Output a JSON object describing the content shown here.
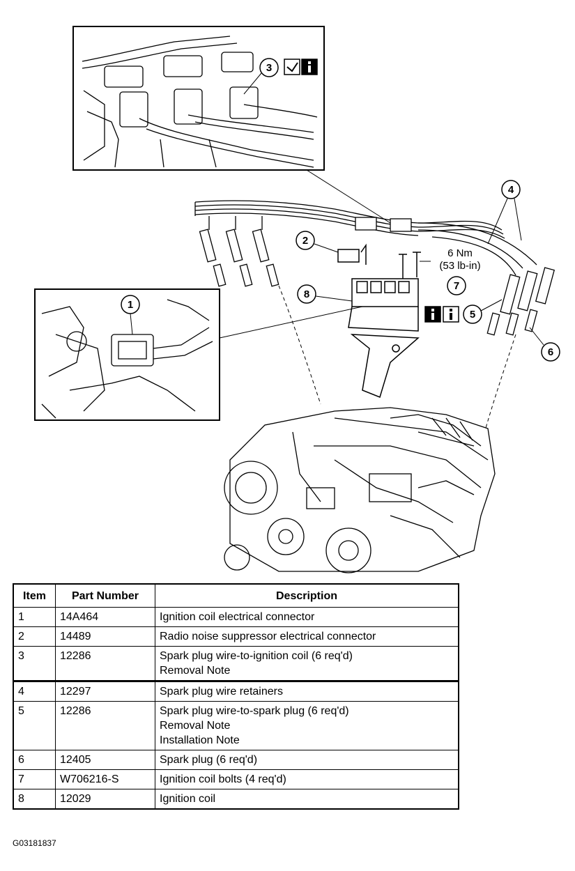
{
  "callouts": [
    "1",
    "2",
    "3",
    "4",
    "5",
    "6",
    "7",
    "8"
  ],
  "torque": {
    "metric": "6 Nm",
    "imperial": "(53 lb-in)"
  },
  "table": {
    "headers": {
      "item": "Item",
      "part": "Part Number",
      "desc": "Description"
    },
    "rows": [
      {
        "item": "1",
        "part": "14A464",
        "desc": [
          "Ignition coil electrical connector"
        ]
      },
      {
        "item": "2",
        "part": "14489",
        "desc": [
          "Radio noise suppressor electrical connector"
        ]
      },
      {
        "item": "3",
        "part": "12286",
        "desc": [
          "Spark plug wire-to-ignition coil (6 req'd)",
          "Removal Note"
        ]
      },
      {
        "item": "4",
        "part": "12297",
        "desc": [
          "Spark plug wire retainers"
        ]
      },
      {
        "item": "5",
        "part": "12286",
        "desc": [
          "Spark plug wire-to-spark plug (6 req'd)",
          "Removal Note",
          "Installation Note"
        ]
      },
      {
        "item": "6",
        "part": "12405",
        "desc": [
          "Spark plug (6 req'd)"
        ]
      },
      {
        "item": "7",
        "part": "W706216-S",
        "desc": [
          "Ignition coil bolts (4 req'd)"
        ]
      },
      {
        "item": "8",
        "part": "12029",
        "desc": [
          "Ignition coil"
        ]
      }
    ]
  },
  "figure_code": "G03181837"
}
